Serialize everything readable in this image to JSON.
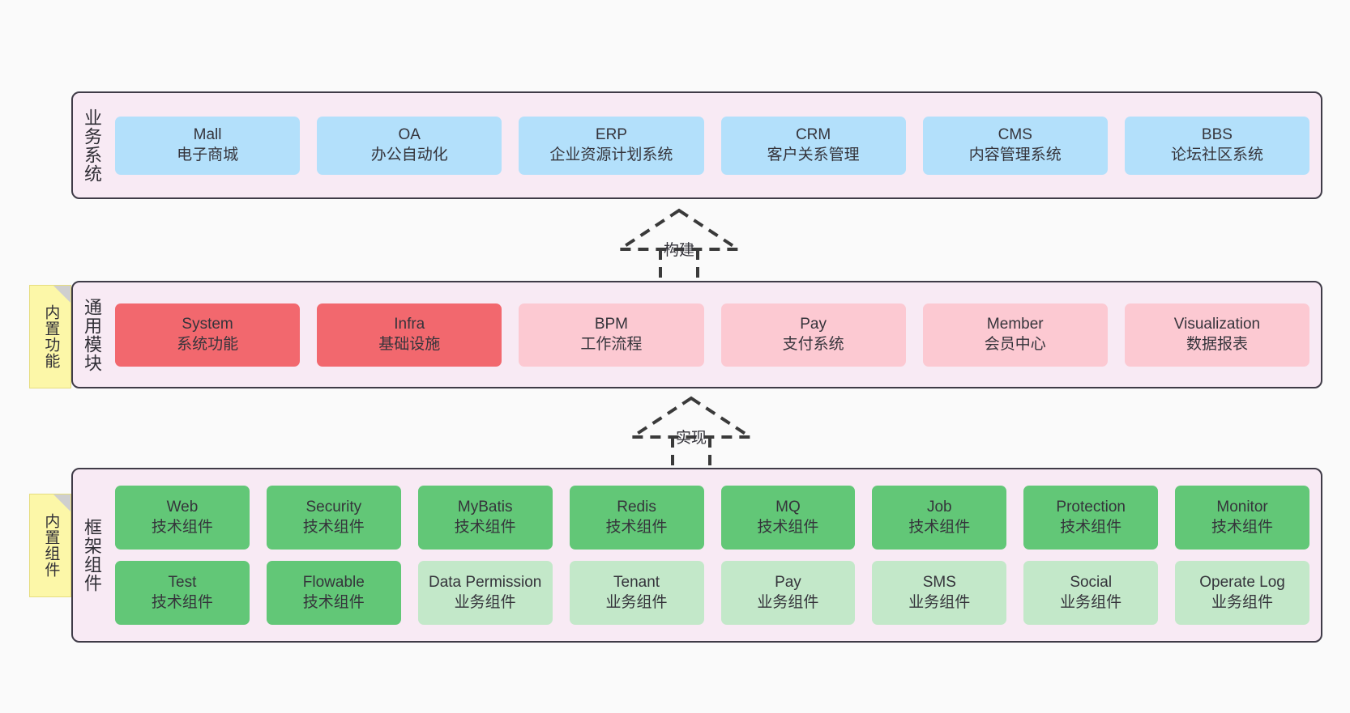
{
  "diagram": {
    "background": "#fafafa",
    "container_fill": "#f8eaf4",
    "container_border": "#3f3b47",
    "colors": {
      "business": "#b3e0fb",
      "module_core": "#f2686e",
      "module_optional": "#fcc9d2",
      "tech_component": "#62c777",
      "biz_component": "#c3e8c9",
      "note": "#fcf7a8"
    }
  },
  "layers": {
    "business": {
      "label": "业务系统",
      "cards": [
        {
          "en": "Mall",
          "zh": "电子商城"
        },
        {
          "en": "OA",
          "zh": "办公自动化"
        },
        {
          "en": "ERP",
          "zh": "企业资源计划系统"
        },
        {
          "en": "CRM",
          "zh": "客户关系管理"
        },
        {
          "en": "CMS",
          "zh": "内容管理系统"
        },
        {
          "en": "BBS",
          "zh": "论坛社区系统"
        }
      ]
    },
    "common": {
      "label": "通用模块",
      "note": "内置功能",
      "cards": [
        {
          "en": "System",
          "zh": "系统功能",
          "variant": "core"
        },
        {
          "en": "Infra",
          "zh": "基础设施",
          "variant": "core"
        },
        {
          "en": "BPM",
          "zh": "工作流程",
          "variant": "optional"
        },
        {
          "en": "Pay",
          "zh": "支付系统",
          "variant": "optional"
        },
        {
          "en": "Member",
          "zh": "会员中心",
          "variant": "optional"
        },
        {
          "en": "Visualization",
          "zh": "数据报表",
          "variant": "optional"
        }
      ]
    },
    "framework": {
      "label": "框架组件",
      "note": "内置组件",
      "row1": [
        {
          "en": "Web",
          "zh": "技术组件"
        },
        {
          "en": "Security",
          "zh": "技术组件"
        },
        {
          "en": "MyBatis",
          "zh": "技术组件"
        },
        {
          "en": "Redis",
          "zh": "技术组件"
        },
        {
          "en": "MQ",
          "zh": "技术组件"
        },
        {
          "en": "Job",
          "zh": "技术组件"
        },
        {
          "en": "Protection",
          "zh": "技术组件"
        },
        {
          "en": "Monitor",
          "zh": "技术组件"
        }
      ],
      "row2": [
        {
          "en": "Test",
          "zh": "技术组件",
          "variant": "tech"
        },
        {
          "en": "Flowable",
          "zh": "技术组件",
          "variant": "tech"
        },
        {
          "en": "Data Permission",
          "zh": "业务组件",
          "variant": "biz",
          "wrap": true
        },
        {
          "en": "Tenant",
          "zh": "业务组件",
          "variant": "biz"
        },
        {
          "en": "Pay",
          "zh": "业务组件",
          "variant": "biz"
        },
        {
          "en": "SMS",
          "zh": "业务组件",
          "variant": "biz"
        },
        {
          "en": "Social",
          "zh": "业务组件",
          "variant": "biz"
        },
        {
          "en": "Operate Log",
          "zh": "业务组件",
          "variant": "biz"
        }
      ]
    }
  },
  "connectors": [
    {
      "id": "build",
      "label": "构建",
      "from": "common",
      "to": "business",
      "style": "dashed-generalization"
    },
    {
      "id": "impl",
      "label": "实现",
      "from": "framework",
      "to": "common",
      "style": "dashed-generalization"
    }
  ]
}
